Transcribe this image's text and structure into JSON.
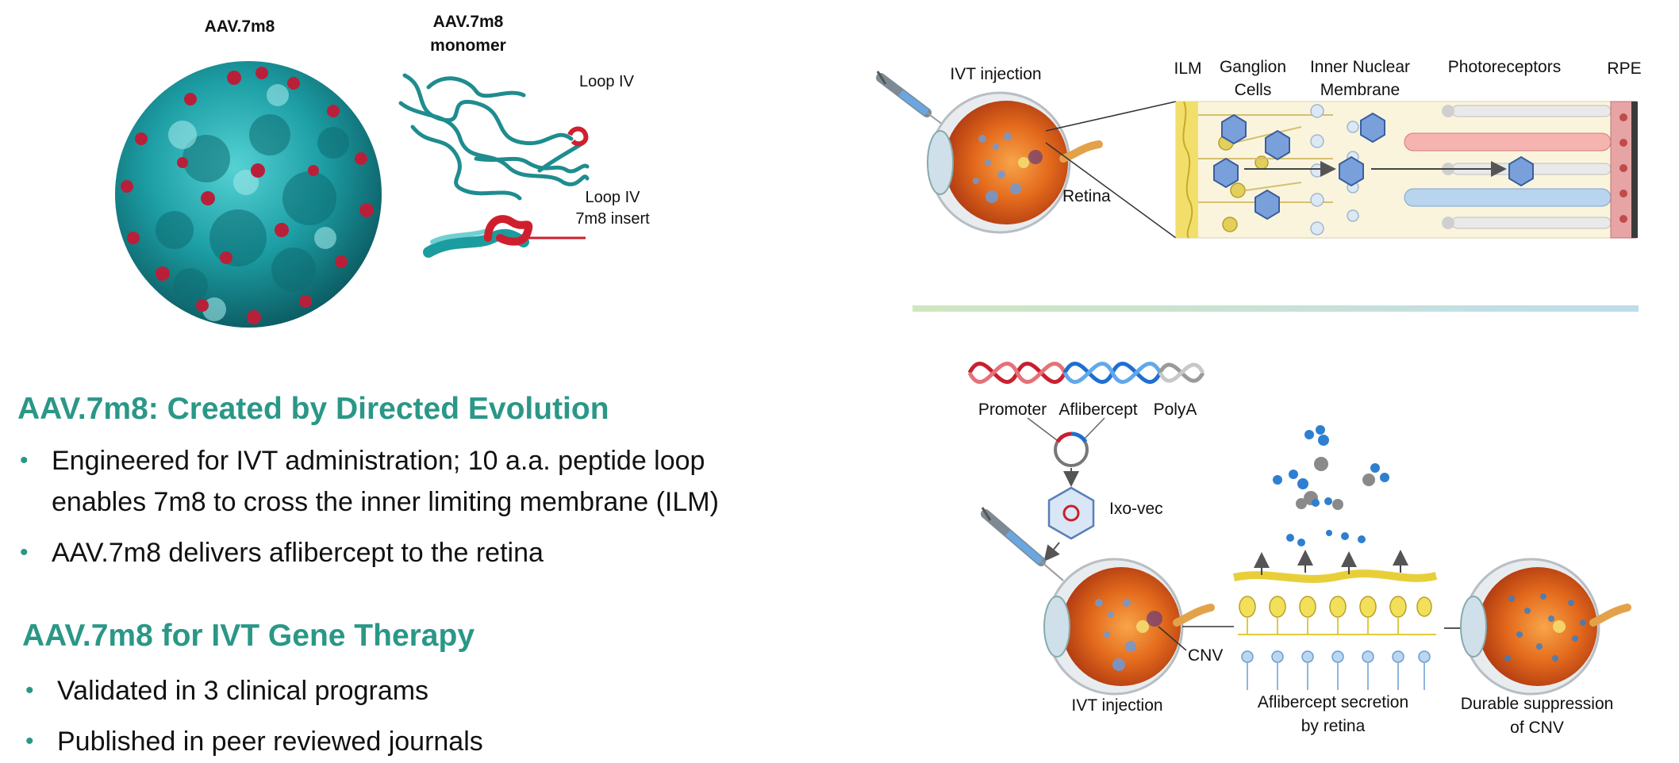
{
  "capsid": {
    "title": "AAV.7m8",
    "monomer_title_line1": "AAV.7m8",
    "monomer_title_line2": "monomer",
    "loop_iv": "Loop IV",
    "loop_insert_line1": "Loop IV",
    "loop_insert_line2": "7m8 insert"
  },
  "section1": {
    "heading": "AAV.7m8: Created by Directed Evolution",
    "bullets": [
      "Engineered for IVT administration; 10 a.a. peptide loop",
      "enables 7m8 to cross the inner limiting membrane (ILM)",
      "AAV.7m8 delivers aflibercept to the retina"
    ]
  },
  "section2": {
    "heading": "AAV.7m8 for IVT Gene Therapy",
    "bullets": [
      "Validated in 3 clinical programs",
      "Published in peer reviewed journals"
    ]
  },
  "retina_diagram": {
    "ivt_injection": "IVT injection",
    "retina": "Retina",
    "layers": {
      "ilm": "ILM",
      "ganglion_line1": "Ganglion",
      "ganglion_line2": "Cells",
      "inner_nuclear_line1": "Inner Nuclear",
      "inner_nuclear_line2": "Membrane",
      "photoreceptors": "Photoreceptors",
      "rpe": "RPE"
    }
  },
  "therapy_diagram": {
    "promoter": "Promoter",
    "aflibercept": "Aflibercept",
    "polya": "PolyA",
    "ixo_vec": "Ixo-vec",
    "cnv": "CNV",
    "ivt_injection": "IVT injection",
    "secretion_line1": "Aflibercept secretion",
    "secretion_line2": "by retina",
    "suppression_line1": "Durable suppression",
    "suppression_line2": "of CNV"
  },
  "colors": {
    "accent_teal": "#2a9787",
    "capsid_teal": "#20a3a8",
    "loop_red": "#c8202f",
    "retina_orange": "#e0641e",
    "divider_gradient_start": "#cfe7c0",
    "divider_gradient_end": "#bfdcec"
  }
}
